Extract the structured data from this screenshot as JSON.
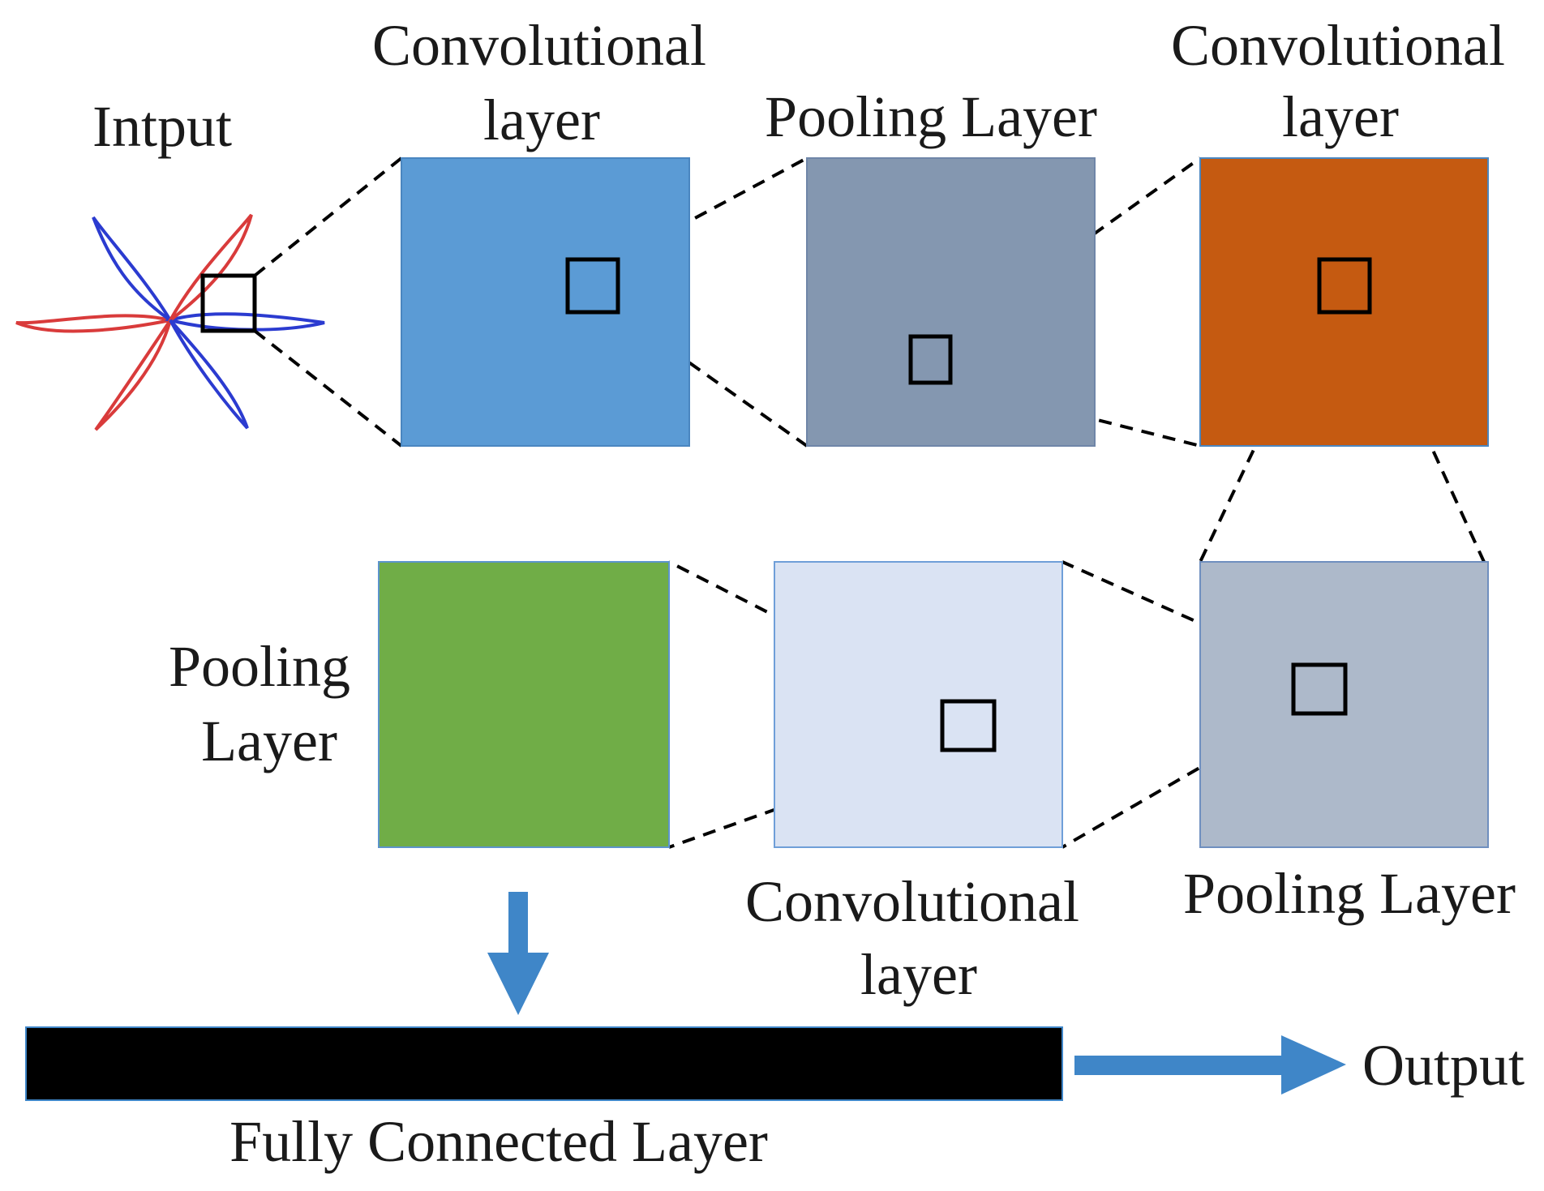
{
  "labels": {
    "input": "Intput",
    "conv1_line1": "Convolutional",
    "conv1_line2": "layer",
    "pool1": "Pooling Layer",
    "conv2_line1": "Convolutional",
    "conv2_line2": "layer",
    "pool2": "Pooling Layer",
    "conv3_line1": "Convolutional",
    "conv3_line2": "layer",
    "pool3_line1": "Pooling",
    "pool3_line2": "Layer",
    "fully_connected": "Fully Connected Layer",
    "output": "Output"
  },
  "colors": {
    "conv1": "#5b9bd5",
    "pool1": "#8497b0",
    "conv2": "#c55a11",
    "pool2": "#adb9ca",
    "conv3": "#dae3f3",
    "pool3": "#70ad47",
    "fully_connected": "#000000",
    "arrow": "#3f86c8",
    "petal_red": "#d93b3b",
    "petal_blue": "#2b3bd0"
  }
}
